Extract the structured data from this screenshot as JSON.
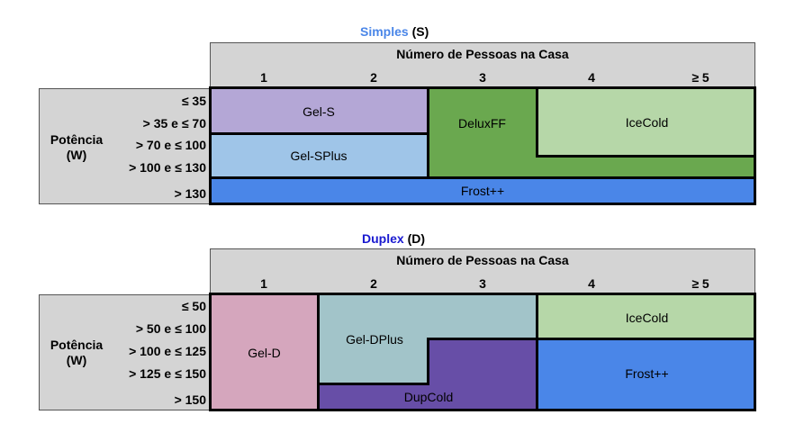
{
  "simples": {
    "title_word": "Simples",
    "title_suffix": "(S)",
    "header_title": "Número de Pessoas na Casa",
    "columns": [
      "1",
      "2",
      "3",
      "4",
      "≥ 5"
    ],
    "side_label_1": "Potência",
    "side_label_2": "(W)",
    "rows": [
      "≤ 35",
      "> 35 e ≤ 70",
      "> 70 e ≤ 100",
      "> 100 e ≤ 130",
      "> 130"
    ],
    "regions": {
      "gel_s": "Gel-S",
      "gel_splus": "Gel-SPlus",
      "deluxff": "DeluxFF",
      "icecold": "IceCold",
      "frost": "Frost++"
    }
  },
  "duplex": {
    "title_word": "Duplex",
    "title_suffix": "(D)",
    "header_title": "Número de Pessoas na Casa",
    "columns": [
      "1",
      "2",
      "3",
      "4",
      "≥ 5"
    ],
    "side_label_1": "Potência",
    "side_label_2": "(W)",
    "rows": [
      "≤ 50",
      "> 50 e ≤ 100",
      "> 100 e ≤ 125",
      "> 125 e ≤ 150",
      "> 150"
    ],
    "regions": {
      "gel_d": "Gel-D",
      "gel_dplus": "Gel-DPlus",
      "dupcold": "DupCold",
      "icecold": "IceCold",
      "frost": "Frost++"
    }
  },
  "colors": {
    "simples_title": "#4a86e8",
    "duplex_title": "#1a1ad0",
    "header_bg": "#d4d4d4",
    "gel_s": "#b4a7d6",
    "gel_splus": "#9fc5e8",
    "deluxff": "#6aa84f",
    "icecold": "#b6d7a8",
    "frost": "#4a86e8",
    "gel_d": "#d5a6bd",
    "gel_dplus": "#a2c4c9",
    "dupcold": "#674ea7"
  }
}
